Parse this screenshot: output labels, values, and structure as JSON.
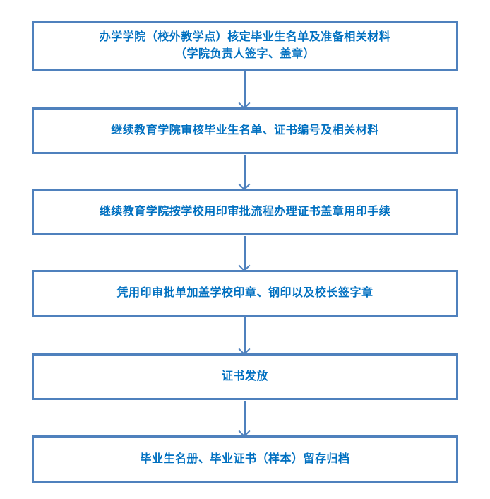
{
  "colors": {
    "box_border": "#4F81BD",
    "box_fill": "#FFFFFF",
    "text": "#0070C0",
    "arrow": "#4F81BD",
    "background": "#FFFFFF"
  },
  "flow": {
    "steps": [
      {
        "lines": [
          "办学学院（校外教学点）核定毕业生名单及准备相关材料",
          "（学院负责人签字、盖章）"
        ]
      },
      {
        "lines": [
          "继续教育学院审核毕业生名单、证书编号及相关材料"
        ]
      },
      {
        "lines": [
          "继续教育学院按学校用印审批流程办理证书盖章用印手续"
        ]
      },
      {
        "lines": [
          "凭用印审批单加盖学校印章、钢印以及校长签字章"
        ]
      },
      {
        "lines": [
          "证书发放"
        ]
      },
      {
        "lines": [
          "毕业生名册、毕业证书（样本）留存归档"
        ]
      }
    ]
  }
}
